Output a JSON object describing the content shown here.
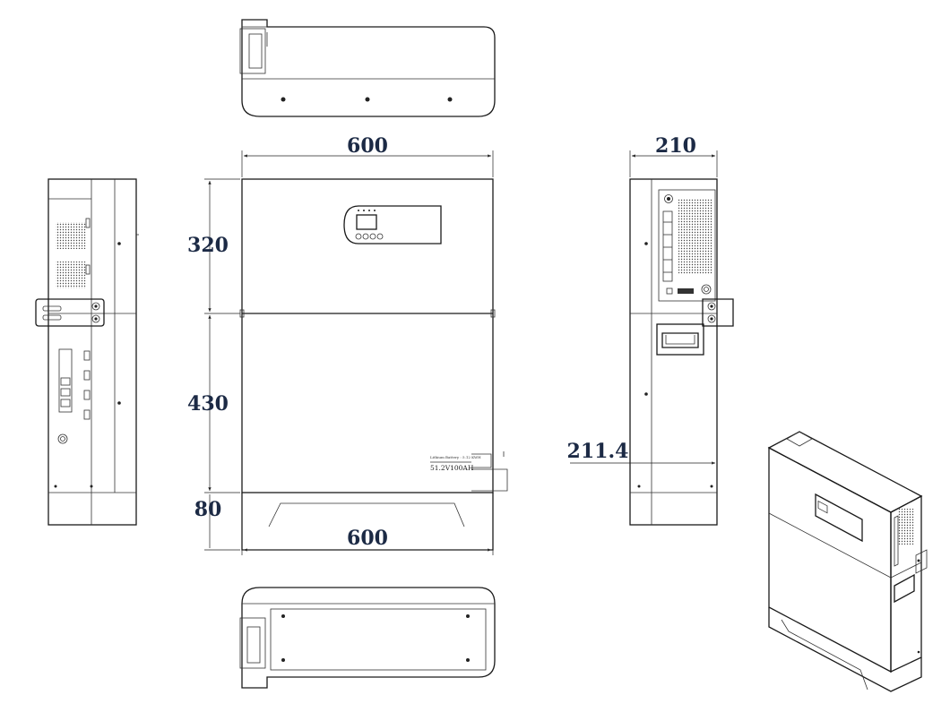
{
  "dimensions": {
    "front_width_top": "600",
    "front_width_bottom": "600",
    "upper_height": "320",
    "lower_height": "430",
    "base_height": "80",
    "side_depth": "210",
    "side_offset": "211.4"
  },
  "nameplate": {
    "line1": "Lithium Battery : 5.12 KWH",
    "model": "51.2V100AH"
  },
  "icons": {
    "fan_grille": "fan-grille-icon",
    "mounting_bracket": "mounting-bracket-icon",
    "display": "lcd-display-icon",
    "handle": "handle-icon"
  }
}
